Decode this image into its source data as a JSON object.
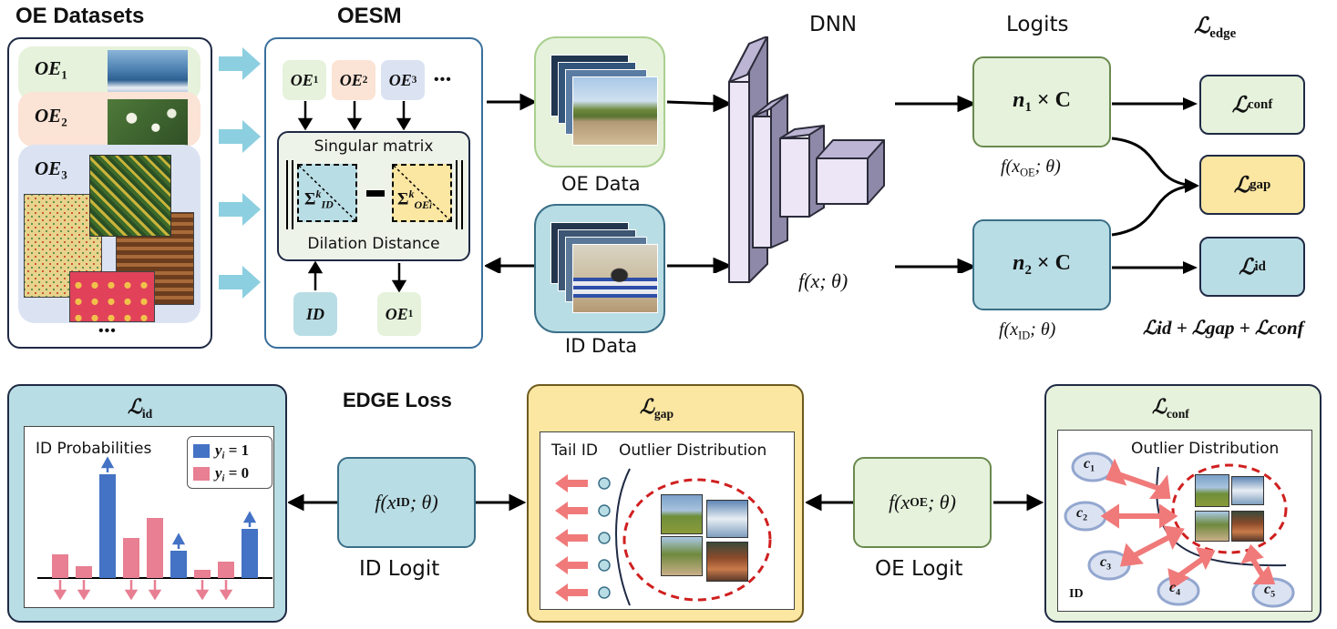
{
  "top": {
    "oe_datasets_title": "OE Datasets",
    "oesm_title": "OESM",
    "dnn_title": "DNN",
    "logits_title": "Logits",
    "edge_loss_symbol": "ℒ",
    "edge_loss_sub": "edge",
    "oe_items": [
      {
        "name": "OE",
        "sub": "1"
      },
      {
        "name": "OE",
        "sub": "2"
      },
      {
        "name": "OE",
        "sub": "3"
      }
    ],
    "ellipsis": "•••",
    "singular_matrix": "Singular matrix",
    "dilation_distance": "Dilation Distance",
    "sigma_id_sub": "ID",
    "sigma_oe_sub": "OE",
    "sigma_oe_subsub": "i",
    "sigma_sup": "k",
    "sigma": "Σ",
    "id_box": "ID",
    "oe1_out": "OE",
    "oe1_out_sub": "1",
    "oe_data_label": "OE Data",
    "id_data_label": "ID Data",
    "dnn_func": "f(x; θ)",
    "logit_top": "n",
    "logit_top_sub": "1",
    "logit_bottom": "n",
    "logit_bottom_sub": "2",
    "logit_times_c": "× C",
    "logit_top_func": "f(x",
    "logit_top_func_sub": "OE",
    "logit_func_end": "; θ)",
    "logit_bottom_func": "f(x",
    "logit_bottom_func_sub": "ID",
    "loss_conf_sub": "conf",
    "loss_gap_sub": "gap",
    "loss_id_sub": "id",
    "loss_sum": "ℒid + ℒgap + ℒconf"
  },
  "bottom": {
    "edge_loss_title": "EDGE Loss",
    "id_panel_sub": "id",
    "id_probabilities": "ID Probabilities",
    "legend_y1": "y",
    "legend_y1_sub": "i",
    "legend_y1_val": "= 1",
    "legend_y0": "y",
    "legend_y0_sub": "i",
    "legend_y0_val": "= 0",
    "id_logit_func": "f(x",
    "id_logit_func_sub": "ID",
    "id_logit_func_end": "; θ)",
    "id_logit_label": "ID Logit",
    "gap_panel_sub": "gap",
    "tail_id": "Tail ID",
    "outlier_distribution": "Outlier Distribution",
    "oe_logit_func": "f(x",
    "oe_logit_func_sub": "OE",
    "oe_logit_func_end": "; θ)",
    "oe_logit_label": "OE Logit",
    "conf_panel_sub": "conf",
    "conf_outlier_distribution": "Outlier Distribution",
    "clusters": [
      {
        "name": "c",
        "sub": "1"
      },
      {
        "name": "c",
        "sub": "2"
      },
      {
        "name": "c",
        "sub": "3"
      },
      {
        "name": "c",
        "sub": "4"
      },
      {
        "name": "c",
        "sub": "5"
      }
    ],
    "id_corner": "ID"
  },
  "colors": {
    "green_bg": "#e6f2dc",
    "green_border": "#6a8a4f",
    "peach_bg": "#fbe3d5",
    "blue_bg": "#dbe3f3",
    "teal": "#b9dde5",
    "teal_border": "#3a6f87",
    "yellow": "#fbe6a2",
    "yellow_border": "#6e5a1e",
    "bar_blue": "#4472c4",
    "bar_pink": "#e87f92",
    "arrow_cyan": "#8ccfe0",
    "red": "#e0201a",
    "navy": "#2e3a5f"
  }
}
